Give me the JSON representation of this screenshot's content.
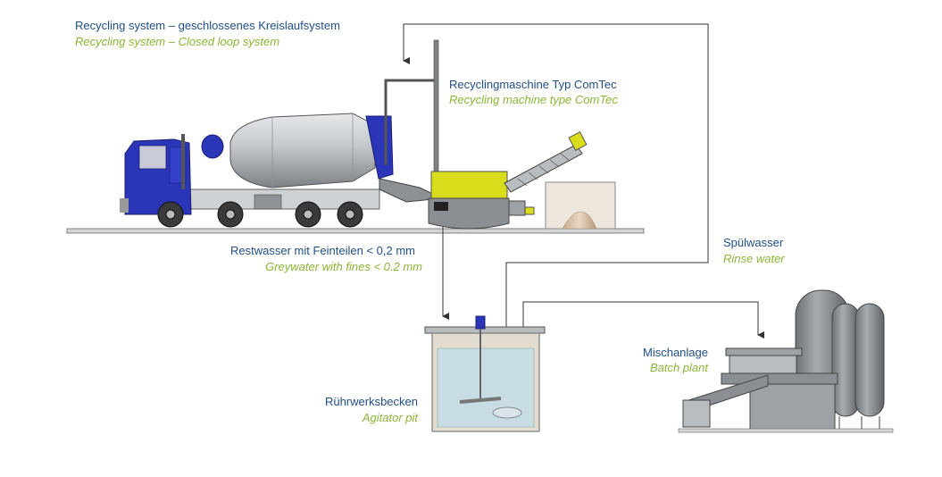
{
  "title": {
    "de": "Recycling system – geschlossenes Kreislaufsystem",
    "en": "Recycling system – Closed loop system"
  },
  "labels": {
    "machine": {
      "de": "Recyclingmaschine Typ ComTec",
      "en": "Recycling machine type ComTec"
    },
    "greywater": {
      "de": "Restwasser mit Feinteilen < 0,2 mm",
      "en": "Greywater with fines < 0.2 mm"
    },
    "rinse": {
      "de": "Spülwasser",
      "en": "Rinse water"
    },
    "batch_plant": {
      "de": "Mischanlage",
      "en": "Batch plant"
    },
    "agitator_pit": {
      "de": "Rührwerksbecken",
      "en": "Agitator pit"
    }
  },
  "colors": {
    "title_blue": "#1f4f86",
    "subtitle_green": "#8ab637",
    "truck_blue": "#2a35b8",
    "machine_yellow": "#d8dc1a",
    "drum_grey": "#b9bdc0",
    "flow_line": "#444444",
    "water": "#c7dde3"
  }
}
